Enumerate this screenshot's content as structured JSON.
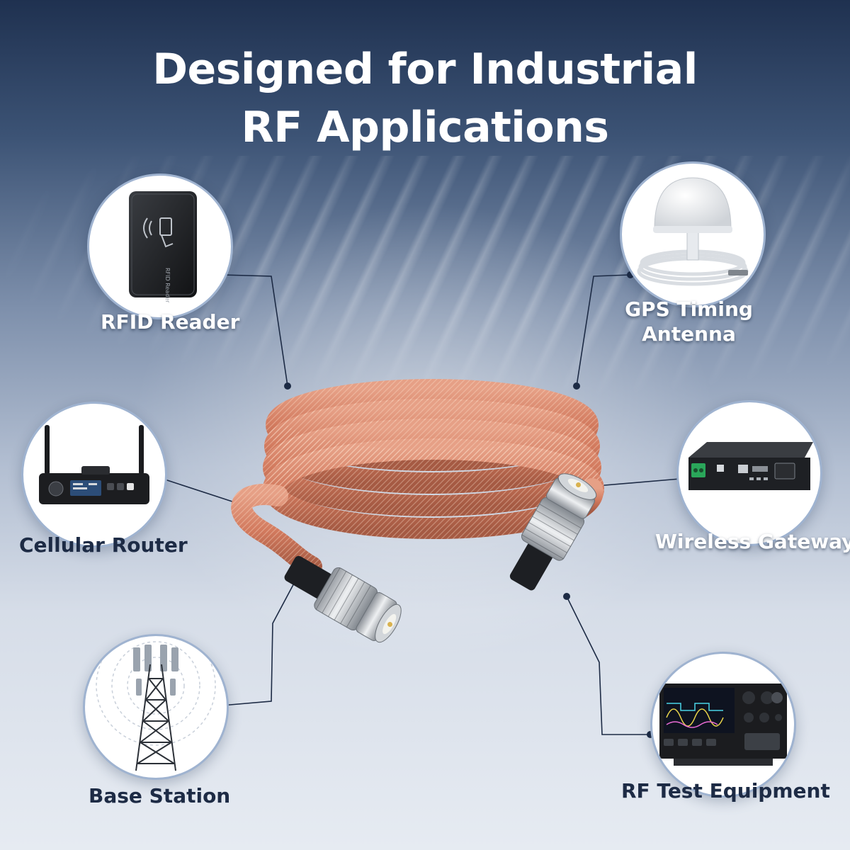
{
  "headline": {
    "line1": "Designed for Industrial",
    "line2": "RF Applications"
  },
  "applications": [
    {
      "label": "RFID Reader",
      "icon": "rfid-reader-icon",
      "device_text": "RFID Reader"
    },
    {
      "label": "Cellular Router",
      "icon": "cellular-router-icon"
    },
    {
      "label": "Base Station",
      "icon": "base-station-icon"
    },
    {
      "label_line1": "GPS Timing",
      "label_line2": "Antenna",
      "icon": "gps-antenna-icon"
    },
    {
      "label": "Wireless Gateway",
      "icon": "wireless-gateway-icon"
    },
    {
      "label": "RF Test Equipment",
      "icon": "rf-test-equipment-icon"
    }
  ],
  "colors": {
    "cable": "#d9856a",
    "cable_dark": "#a85a42",
    "connector": "#c9ccd1",
    "line": "#1d2b45"
  }
}
